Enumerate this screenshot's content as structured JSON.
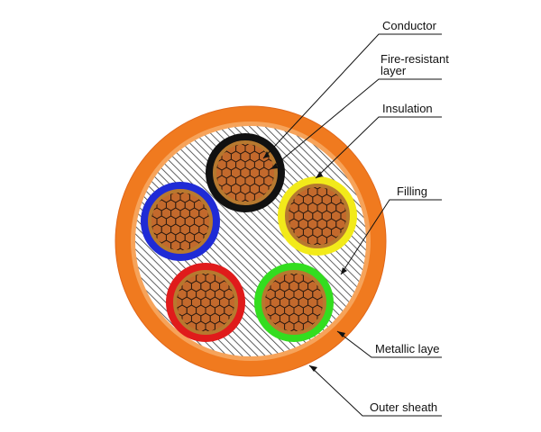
{
  "labels": {
    "conductor": "Conductor",
    "fire_resistant_line1": "Fire-resistant",
    "fire_resistant_line2": "layer",
    "insulation": "Insulation",
    "filling": "Filling",
    "metallic_layer": "Metallic laye",
    "outer_sheath": "Outer sheath"
  },
  "colors": {
    "outer_sheath": "#f07a1f",
    "outer_sheath_edge": "#e0661a",
    "metallic_ring": "#f6a35a",
    "filling_bg": "#ffffff",
    "filling_hatch": "#3a3a3a",
    "fire_resistant": "#b7792f",
    "conductor_fill": "#c3692c",
    "conductor_grid": "#2b1a10",
    "insulation_colors": [
      "#111111",
      "#1f2bd6",
      "#f2ea1a",
      "#e01b1b",
      "#33dd1f"
    ],
    "leader_line": "#111111"
  },
  "cores": [
    {
      "name": "core-black",
      "insulation": "black"
    },
    {
      "name": "core-blue",
      "insulation": "blue"
    },
    {
      "name": "core-yellow",
      "insulation": "yellow"
    },
    {
      "name": "core-red",
      "insulation": "red"
    },
    {
      "name": "core-green",
      "insulation": "green"
    }
  ]
}
